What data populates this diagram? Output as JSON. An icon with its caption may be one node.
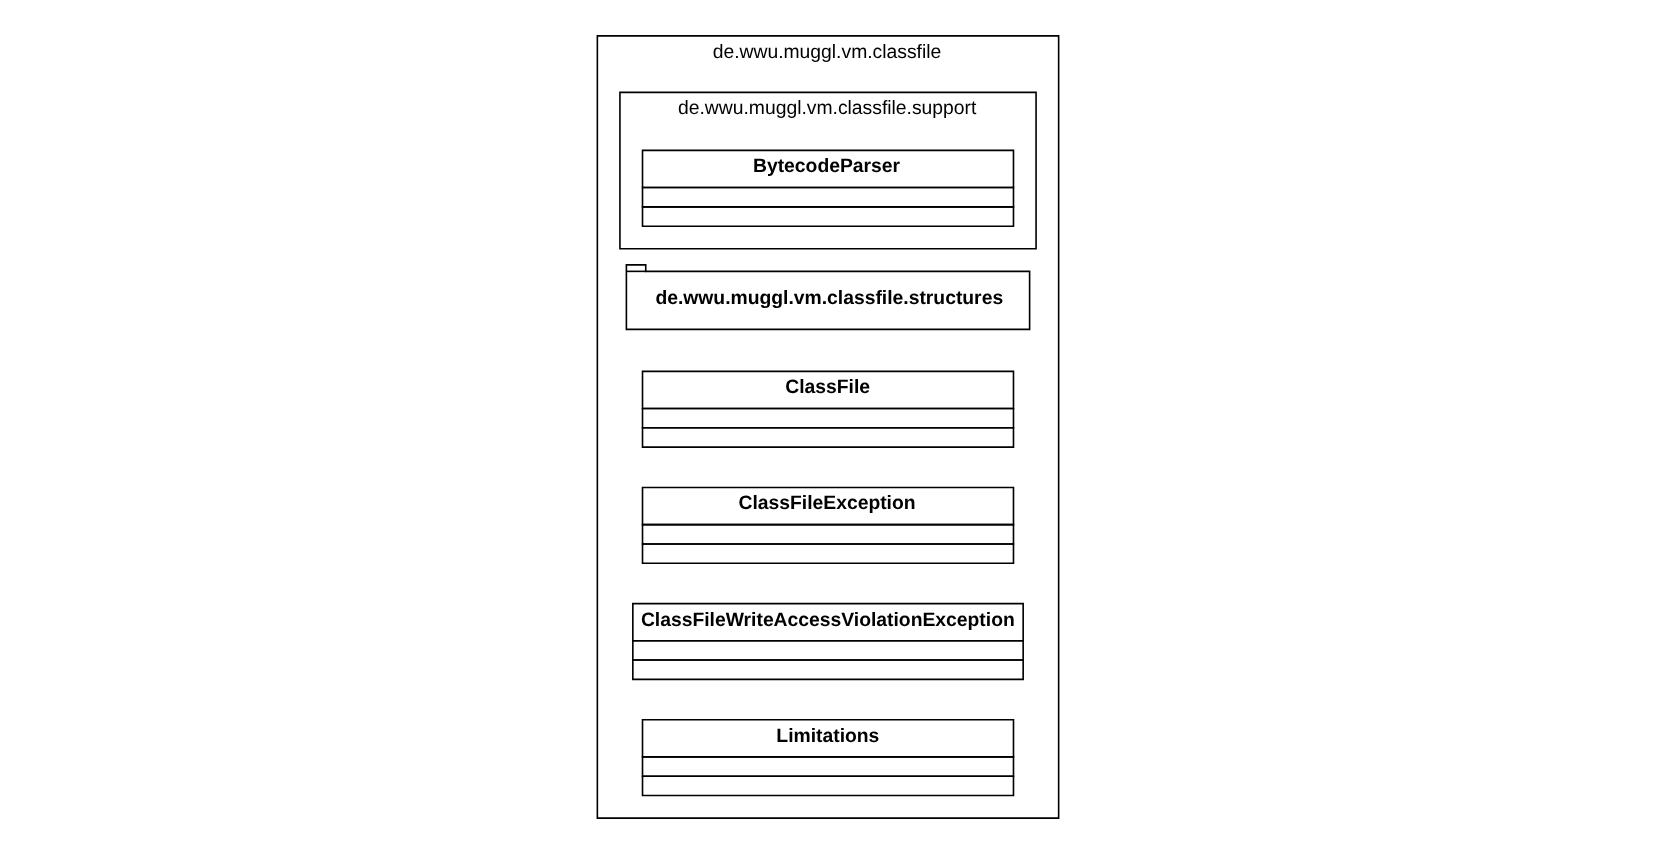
{
  "diagram": {
    "nodes": [
      {
        "text": [
          "de.wwu.muggl.vm.classfile"
        ]
      },
      {
        "text": [
          "de.wwu.muggl.vm.classfile.structures"
        ],
        "in": 0
      },
      {
        "text": [
          "de.wwu.muggl.vm.classfile.support"
        ],
        "in": 0
      },
      {
        "text": [
          "BytecodeParser"
        ],
        "in": 2
      },
      {
        "text": [
          "ClassFile"
        ],
        "in": 0
      },
      {
        "text": [
          "ClassFileException"
        ],
        "in": 0
      },
      {
        "text": [
          "ClassFileWriteAccessViolationException"
        ],
        "in": 0
      },
      {
        "text": [
          "Limitations"
        ],
        "in": 0
      }
    ],
    "edges": []
  }
}
